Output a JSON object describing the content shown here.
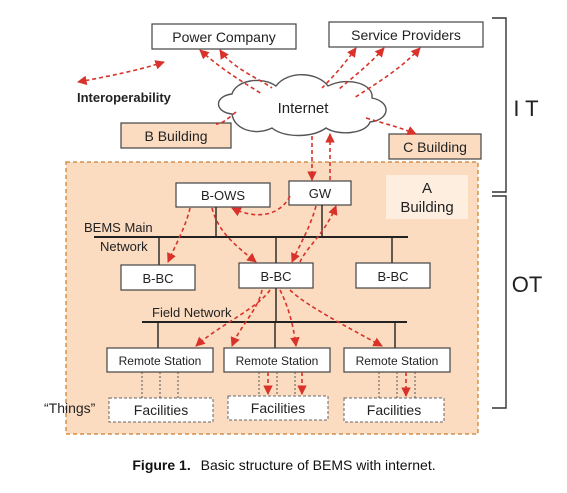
{
  "nodes": {
    "power_company": "Power  Company",
    "service_providers": "Service  Providers",
    "internet": "Internet",
    "b_building": "B Building",
    "c_building": "C Building",
    "a_building_line1": "A",
    "a_building_line2": "Building",
    "b_ows": "B-OWS",
    "gw": "GW",
    "b_bc_left": "B-BC",
    "b_bc_center": "B-BC",
    "b_bc_right": "B-BC",
    "remote_station_1": "Remote Station",
    "remote_station_2": "Remote Station",
    "remote_station_3": "Remote Station",
    "facilities_1": "Facilities",
    "facilities_2": "Facilities",
    "facilities_3": "Facilities"
  },
  "labels": {
    "interoperability": "Interoperability",
    "bems_main_network_line1": "BEMS  Main",
    "bems_main_network_line2": "Network",
    "field_network": "Field Network",
    "things": "“Things”",
    "it": "I T",
    "ot": "OT"
  },
  "caption": {
    "figure_label": "Figure 1.",
    "text": "Basic structure of BEMS with internet."
  },
  "colors": {
    "building_fill": "#fbdcc0",
    "building_border": "#d4904a",
    "flow_arrow": "#d8322a",
    "box_fill": "#ffffff",
    "line": "#222222"
  }
}
